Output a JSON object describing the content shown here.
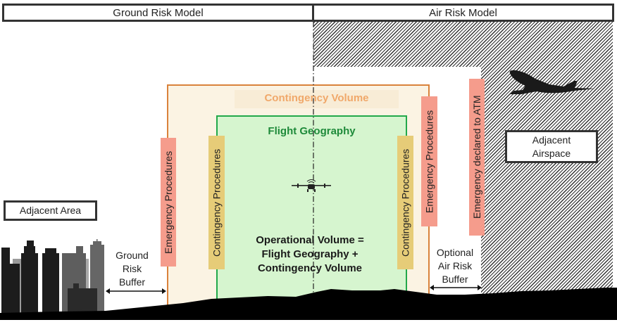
{
  "header": {
    "ground_risk_model": "Ground Risk Model",
    "air_risk_model": "Air Risk Model"
  },
  "volumes": {
    "contingency_volume": "Contingency Volume",
    "flight_geography": "Flight Geography",
    "operational_volume_line1": "Operational Volume =",
    "operational_volume_line2": "Flight Geography +",
    "operational_volume_line3": "Contingency Volume"
  },
  "procedures": {
    "emergency_left": "Emergency Procedures",
    "contingency_left": "Contingency Procedures",
    "contingency_right": "Contingency Procedures",
    "emergency_right": "Emergency Procedures",
    "emergency_atm": "Emergency declared to ATM"
  },
  "areas": {
    "adjacent_area": "Adjacent Area",
    "adjacent_airspace_line1": "Adjacent",
    "adjacent_airspace_line2": "Airspace"
  },
  "buffers": {
    "ground_line1": "Ground",
    "ground_line2": "Risk",
    "ground_line3": "Buffer",
    "air_line1": "Optional",
    "air_line2": "Air Risk",
    "air_line3": "Buffer"
  },
  "icons": {
    "drone": "drone-icon",
    "airplane": "airplane-icon",
    "city": "city-skyline-icon"
  },
  "colors": {
    "contingency_volume_fill": "#fbf3e3",
    "contingency_volume_border": "#d9823b",
    "flight_geography_fill": "#d6f5cf",
    "flight_geography_border": "#22a84a",
    "flight_geography_text": "#1e8a3a",
    "contingency_volume_text": "#f0a86a",
    "emergency_label": "#f59c8c",
    "contingency_label": "#e6cc78"
  }
}
